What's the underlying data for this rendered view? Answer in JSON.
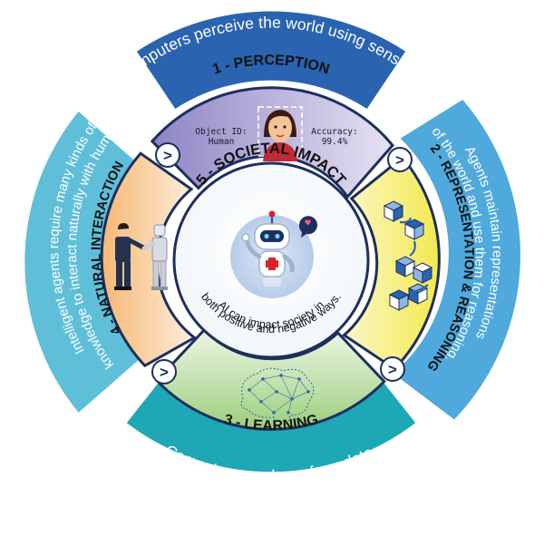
{
  "outer_ring": {
    "top": "Computers perceive the world using sensors.",
    "right_line1": "Agents maintain representations",
    "right_line2": "of the world and use them for reasoning.",
    "bottom": "Computers can learn from data.",
    "left_line1": "Intelligent agents require many kinds of",
    "left_line2": "knowledge to interact naturally with humans."
  },
  "sections": {
    "perception": "1 - PERCEPTION",
    "representation": "2 - REPRESENTATION & REASONING",
    "learning": "3 - LEARNING",
    "interaction": "4 - NATURAL INTERACTION",
    "impact": "5 - SOCIETAL IMPACT"
  },
  "perception_panel": {
    "object_label": "Object ID:",
    "object_value": "Human",
    "accuracy_label": "Accuracy:",
    "accuracy_value": "99.4%"
  },
  "center": {
    "line1": "AI can impact society in",
    "line2": "both positive and negative ways."
  },
  "arrow_glyph": ">",
  "colors": {
    "blue": "#2a63b0",
    "light_blue": "#4fa9dc",
    "teal": "#1ea7b5",
    "cyan": "#5fbfd9",
    "dark_navy": "#1d2f5e"
  }
}
